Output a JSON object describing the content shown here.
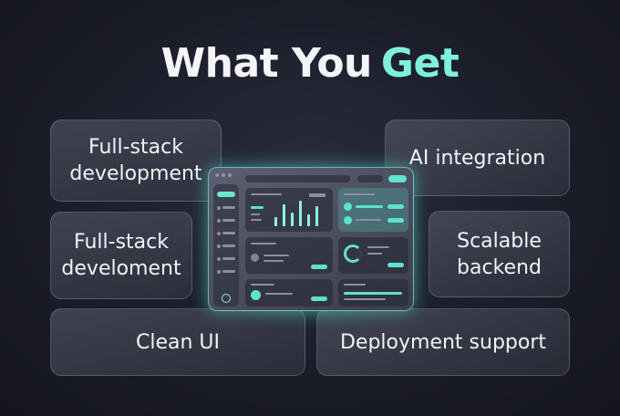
{
  "title": {
    "main": "What You",
    "accent": "Get"
  },
  "features": [
    {
      "line1": "Full-stack",
      "line2": "development"
    },
    {
      "line1": "Full-stack",
      "line2": "develoment"
    },
    {
      "line1": "AI integration",
      "line2": ""
    },
    {
      "line1": "Scalable",
      "line2": "backend"
    },
    {
      "line1": "Clean UI",
      "line2": ""
    },
    {
      "line1": "Deployment support",
      "line2": ""
    }
  ],
  "dashboard_mockup": {
    "bar_levels": [
      0.35,
      0.85,
      0.55,
      1.0,
      0.45,
      0.8
    ],
    "accent_color": "#5fe1cf",
    "title_color": "#7ff0e0"
  }
}
